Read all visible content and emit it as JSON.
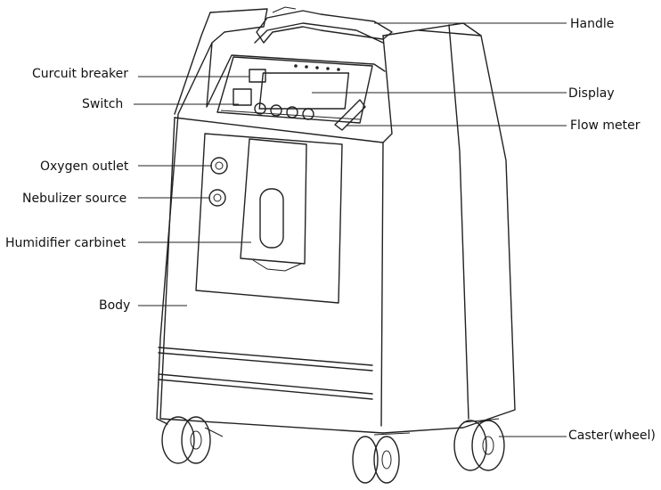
{
  "diagram": {
    "labels_left": [
      {
        "id": "circuit-breaker",
        "text": "Curcuit breaker"
      },
      {
        "id": "switch",
        "text": "Switch"
      },
      {
        "id": "oxygen-outlet",
        "text": "Oxygen outlet"
      },
      {
        "id": "nebulizer-source",
        "text": "Nebulizer source"
      },
      {
        "id": "humidifier-cabinet",
        "text": "Humidifier carbinet"
      },
      {
        "id": "body",
        "text": "Body"
      }
    ],
    "labels_right": [
      {
        "id": "handle",
        "text": "Handle"
      },
      {
        "id": "display",
        "text": "Display"
      },
      {
        "id": "flow-meter",
        "text": "Flow meter"
      },
      {
        "id": "caster",
        "text": "Caster(wheel)"
      }
    ]
  }
}
